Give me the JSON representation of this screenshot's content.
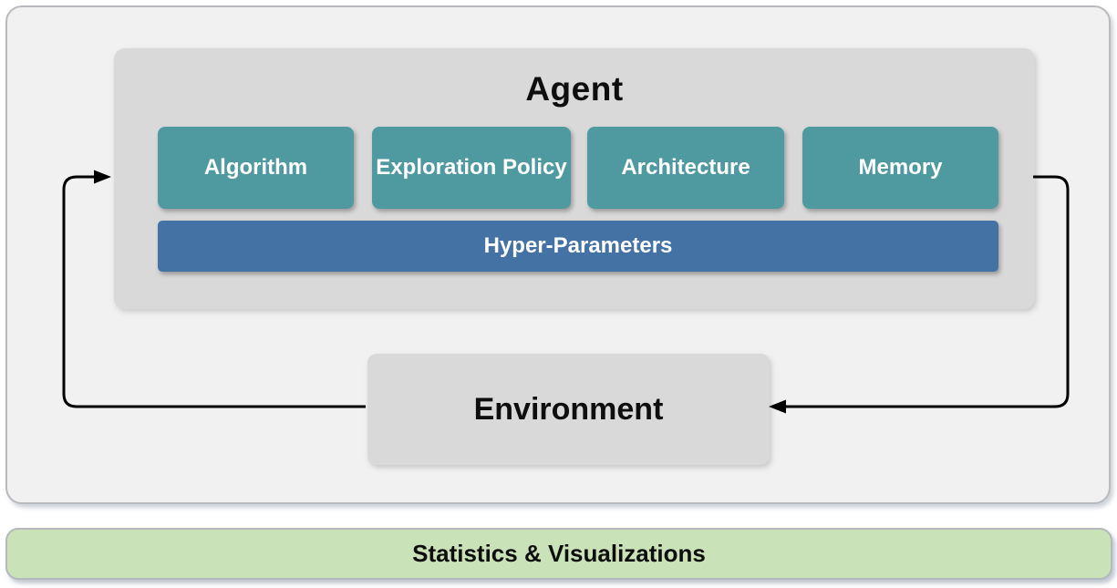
{
  "diagram": {
    "agent": {
      "title": "Agent",
      "modules": [
        {
          "label": "Algorithm"
        },
        {
          "label": "Exploration Policy"
        },
        {
          "label": "Architecture"
        },
        {
          "label": "Memory"
        }
      ],
      "hyper_parameters_label": "Hyper-Parameters"
    },
    "environment": {
      "label": "Environment"
    },
    "footer": {
      "label": "Statistics & Visualizations"
    },
    "arrows": [
      {
        "name": "environment-to-agent",
        "direction": "right-pointing into Agent panel left edge"
      },
      {
        "name": "agent-to-environment",
        "direction": "left-pointing into Environment box right edge"
      }
    ],
    "colors": {
      "module_teal": "#4f9aa1",
      "hyper_blue": "#4472a4",
      "panel_gray": "#d9d9d9",
      "outer_panel_gray": "#f1f1f2",
      "footer_green": "#c9e2b8",
      "arrow_black": "#000000"
    }
  }
}
